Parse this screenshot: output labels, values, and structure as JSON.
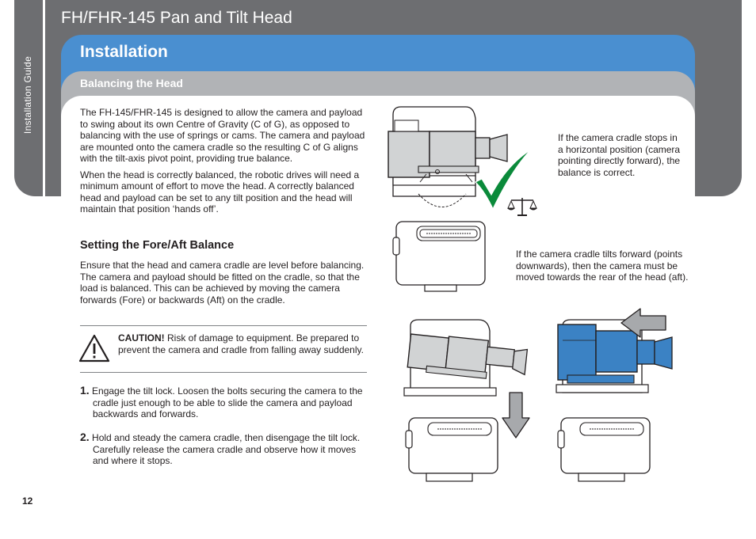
{
  "header": {
    "side_label": "Installation Guide",
    "page_title": "FH/FHR-145 Pan and Tilt Head",
    "section_title": "Installation",
    "subsection_title": "Balancing the Head"
  },
  "intro": {
    "p1": "The FH-145/FHR-145 is designed to allow the camera and payload to swing about its own Centre of Gravity (C of G), as opposed to balancing with the use of springs or cams. The camera and payload are mounted onto the camera cradle so the resulting C of G aligns with the tilt-axis pivot point, providing true balance.",
    "p2": "When the head is correctly balanced, the robotic drives will need a minimum amount of effort to move the head. A correctly balanced head and payload can be set to any tilt position and the head will maintain that position ‘hands off’."
  },
  "fore_aft": {
    "heading": "Setting the Fore/Aft Balance",
    "body": "Ensure that the head and camera cradle are level before balancing. The camera and payload should be fitted on the cradle, so that the load is balanced. This can be achieved by moving the camera forwards (Fore) or backwards (Aft) on the cradle."
  },
  "caution": {
    "label": "CAUTION!",
    "text": " Risk of damage to equipment. Be prepared to prevent the camera and cradle from falling away suddenly."
  },
  "steps": [
    {
      "num": "1.",
      "text": " Engage the tilt lock. Loosen the bolts securing the camera to the cradle just enough to be able to slide the camera and payload backwards and forwards."
    },
    {
      "num": "2.",
      "text": " Hold and steady the camera cradle, then disengage the tilt lock. Carefully release the camera cradle and observe how it moves and where it stops."
    }
  ],
  "figures": {
    "caption_balanced": "If the camera cradle stops in a horizontal position (camera pointing directly forward), the balance is correct.",
    "caption_forward": "If the camera cradle tilts forward (points downwards), then the camera must be moved towards the rear of the head (aft)."
  },
  "footer": {
    "page_number": "12"
  },
  "colors": {
    "band": "#6d6e71",
    "blue": "#4a8fd0",
    "grey": "#b1b3b6",
    "check": "#0a8a3a",
    "camera_blue": "#3b82c4"
  }
}
